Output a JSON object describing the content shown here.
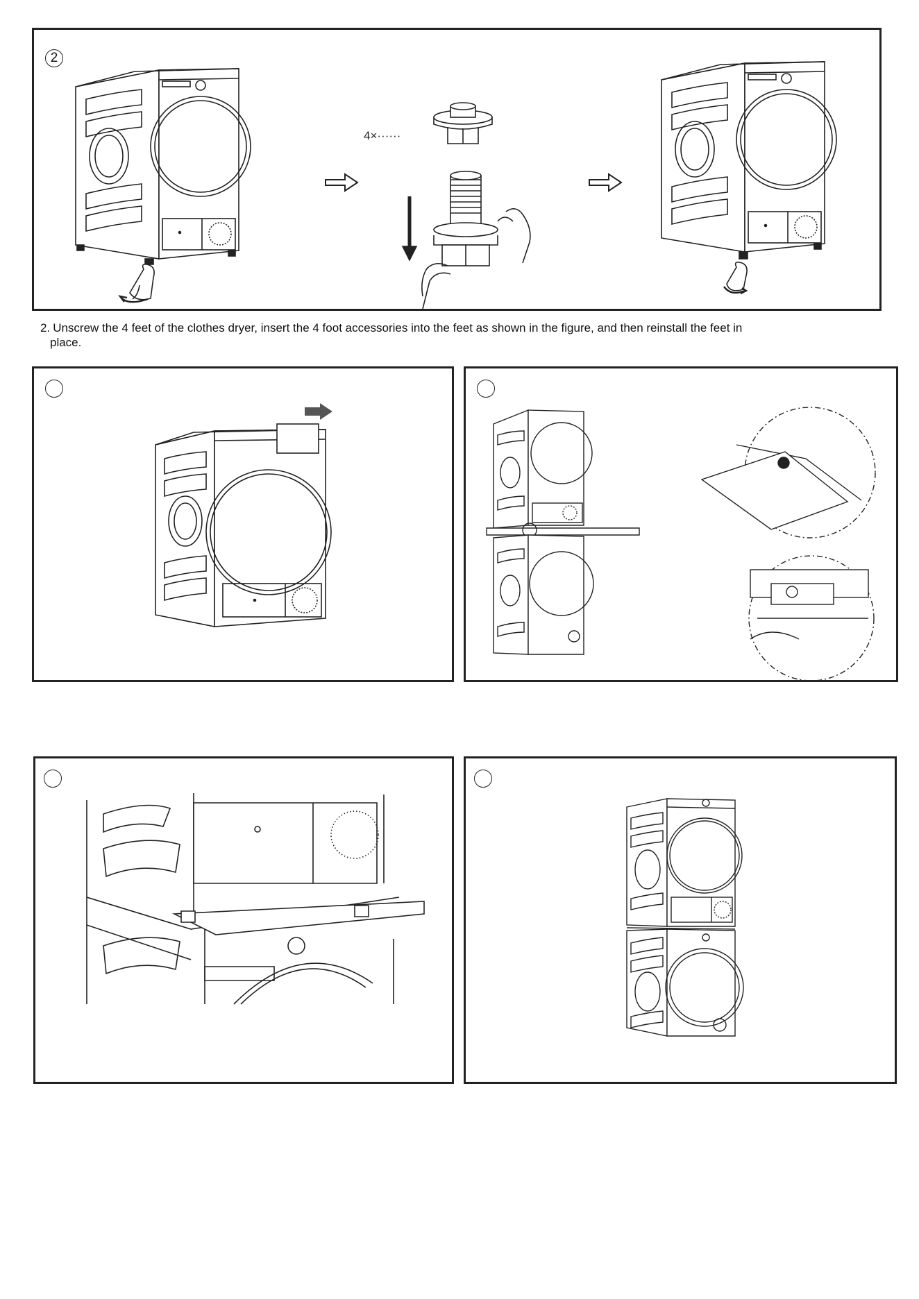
{
  "panel1": {
    "step_number": "2",
    "accessory_qty": "4×······"
  },
  "caption": {
    "number": "2.",
    "line1": "Unscrew the 4 feet of the clothes dryer, insert the 4 foot accessories into the feet as shown in the figure, and then reinstall the feet in",
    "line2": "place."
  },
  "panel2": {
    "step_number": ""
  },
  "panel3": {
    "step_number": ""
  },
  "panel4": {
    "step_number": ""
  },
  "panel5": {
    "step_number": ""
  },
  "icons": [
    "hollow-right-arrow-icon",
    "down-arrow-icon",
    "rotate-arrow-icon",
    "slide-right-arrow-icon",
    "slide-left-arrow-icon"
  ],
  "colors": {
    "line": "#222222",
    "arrow_fill": "#555555",
    "background": "#ffffff"
  }
}
